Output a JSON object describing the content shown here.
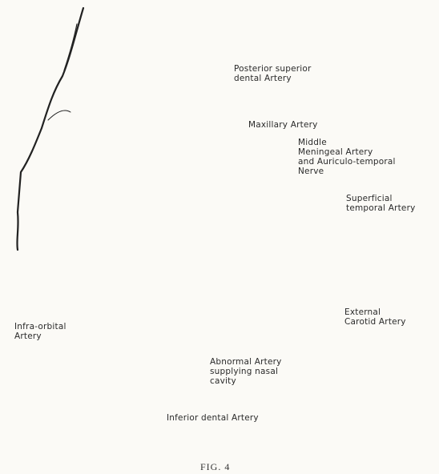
{
  "labels": {
    "posterior_superior_dental": "Posterior superior\ndental Artery",
    "maxillary": "Maxillary Artery",
    "middle_meningeal": "Middle\nMeningeal Artery\nand Auriculo-temporal\nNerve",
    "superficial_temporal": "Superficial\ntemporal Artery",
    "external_carotid": "External\nCarotid Artery",
    "infra_orbital": "Infra-orbital\nArtery",
    "abnormal_artery": "Abnormal Artery\nsupplying nasal\ncavity",
    "inferior_dental": "Inferior dental Artery"
  },
  "caption": "FIG. 4"
}
